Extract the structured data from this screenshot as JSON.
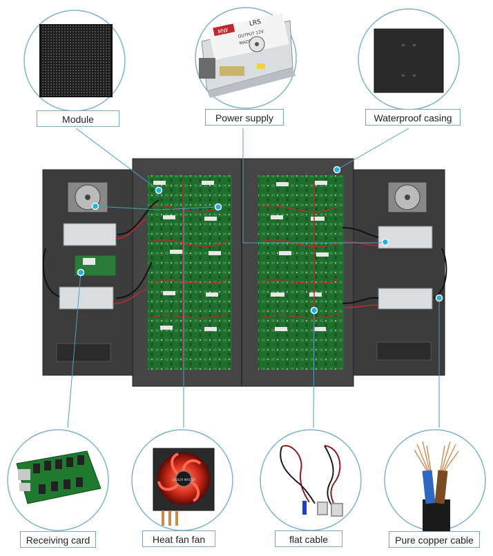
{
  "labels": {
    "module": "Module",
    "power_supply": "Power supply",
    "waterproof_casing": "Waterproof casing",
    "receiving_card": "Receiving card",
    "heat_fan": "Heat fan fan",
    "flat_cable": "flat cable",
    "copper_cable": "Pure copper cable"
  },
  "psu_text": {
    "brand": "MW",
    "model": "LRS",
    "output": "OUTPUT 12V",
    "made": "MADE IN C"
  },
  "fan_text": {
    "brand": "COOLER MASTER"
  },
  "colors": {
    "callout_line": "#4fa0bf",
    "circle_border": "#7fb4c4",
    "cabinet": "#3a3a3a",
    "module_green": "#1d6b2a",
    "dot": "#21b0e0",
    "cable_red": "#c0282d"
  }
}
